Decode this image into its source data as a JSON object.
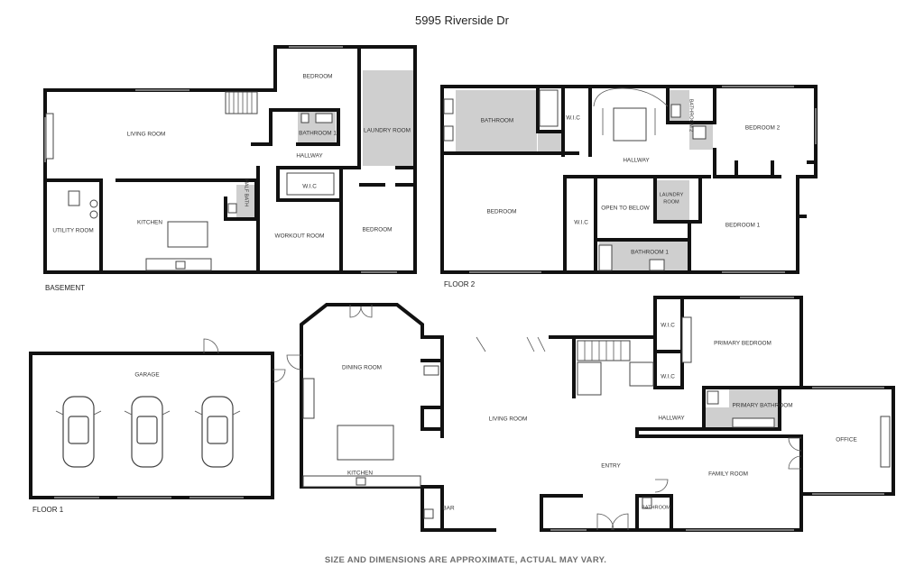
{
  "title": "5995 Riverside Dr",
  "disclaimer": "SIZE AND DIMENSIONS ARE APPROXIMATE, ACTUAL MAY VARY.",
  "floors": {
    "basement": {
      "label": "BASEMENT",
      "rooms": {
        "bedroom_top": "BEDROOM",
        "living_room": "LIVING ROOM",
        "bathroom_1": "BATHROOM 1",
        "laundry_room": "LAUNDRY ROOM",
        "hallway": "HALLWAY",
        "wic": "W.I.C",
        "half_bath": "HALF BATH",
        "utility_room": "UTILITY ROOM",
        "kitchen": "KITCHEN",
        "workout_room": "WORKOUT ROOM",
        "bedroom_right": "BEDROOM"
      }
    },
    "floor2": {
      "label": "FLOOR 2",
      "rooms": {
        "bathroom": "BATHROOM",
        "wic_top": "W.I.C",
        "bathroom_2": "BATHROOM 2",
        "bedroom_2": "BEDROOM 2",
        "hallway": "HALLWAY",
        "bedroom": "BEDROOM",
        "wic_mid": "W.I.C",
        "open_to_below": "OPEN TO BELOW",
        "laundry_room": "LAUNDRY ROOM",
        "bedroom_1": "BEDROOM 1",
        "bathroom_1": "BATHROOM 1"
      }
    },
    "floor1": {
      "label": "FLOOR 1",
      "rooms": {
        "garage": "GARAGE",
        "dining_room": "DINING ROOM",
        "kitchen": "KITCHEN",
        "living_room": "LIVING ROOM",
        "bar": "BAR",
        "entry": "ENTRY",
        "wic_top": "W.I.C",
        "wic_bottom": "W.I.C",
        "primary_bedroom": "PRIMARY BEDROOM",
        "primary_bathroom": "PRIMARY BATHROOM",
        "hallway": "HALLWAY",
        "office": "OFFICE",
        "family_room": "FAMILY ROOM",
        "bathroom": "BATHROOM"
      }
    }
  },
  "colors": {
    "wall": "#111111",
    "wet_area": "#cfcfcf",
    "window": "#9a9a9a",
    "disclaimer": "#6f6f6f"
  }
}
